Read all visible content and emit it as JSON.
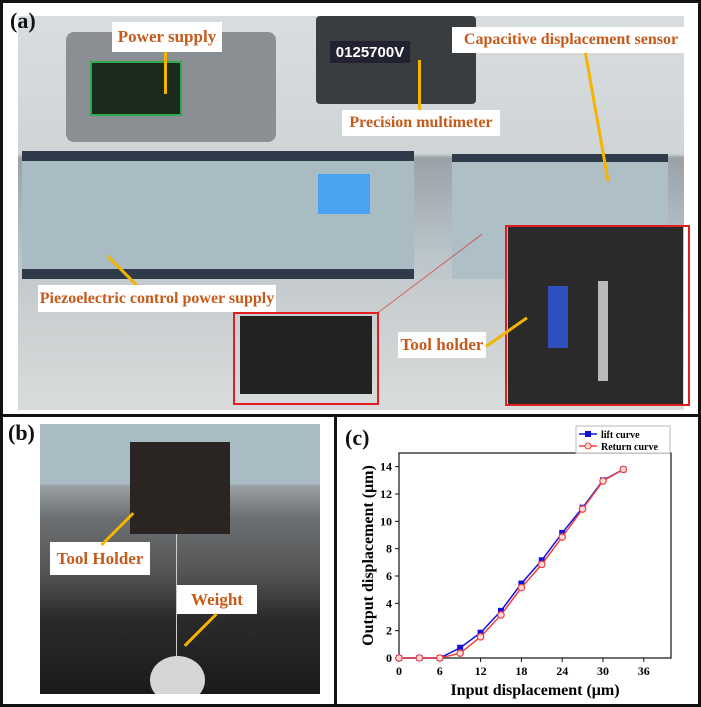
{
  "panel_a": {
    "label": "(a)",
    "callouts": {
      "power_supply": "Power supply",
      "precision_multimeter": "Precision multimeter",
      "capacitive_sensor": "Capacitive displacement sensor",
      "piezo_power_supply": "Piezoelectric control power supply",
      "tool_holder": "Tool holder"
    },
    "multimeter_reading": "0125700V"
  },
  "panel_b": {
    "label": "(b)",
    "callouts": {
      "tool_holder": "Tool Holder",
      "weight": "Weight"
    }
  },
  "panel_c": {
    "label": "(c)"
  },
  "chart_data": {
    "type": "line",
    "title": "",
    "xlabel": "Input displacement (μm)",
    "ylabel": "Output displacement (μm)",
    "xlim": [
      0,
      40
    ],
    "ylim": [
      0,
      15
    ],
    "xticks": [
      0,
      6,
      12,
      18,
      24,
      30,
      36
    ],
    "yticks": [
      0,
      2,
      4,
      6,
      8,
      10,
      12,
      14
    ],
    "legend_position": "top-right",
    "x": [
      0,
      3,
      6,
      9,
      12,
      15,
      18,
      21,
      24,
      27,
      30,
      33
    ],
    "series": [
      {
        "name": "lift curve",
        "color": "#1010e0",
        "marker": "square",
        "values": [
          0,
          0,
          0,
          0.75,
          1.85,
          3.45,
          5.45,
          7.15,
          9.15,
          11.0,
          13.0,
          13.8
        ]
      },
      {
        "name": "Return curve",
        "color": "#f04040",
        "marker": "circle",
        "values": [
          0,
          0,
          0,
          0.35,
          1.55,
          3.15,
          5.15,
          6.85,
          8.85,
          10.9,
          12.95,
          13.8
        ]
      }
    ]
  }
}
